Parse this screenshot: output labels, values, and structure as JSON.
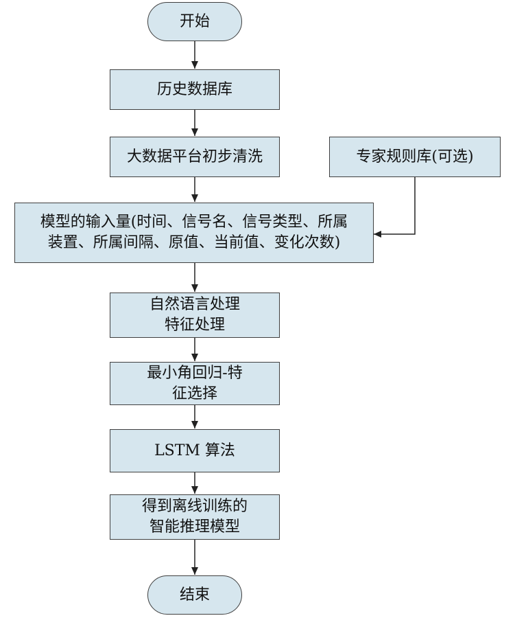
{
  "flowchart": {
    "start": "开始",
    "history_db": "历史数据库",
    "cleaning": "大数据平台初步清洗",
    "expert_rules": "专家规则库(可选)",
    "model_input": {
      "line1": "模型的输入量(时间、信号名、信号类型、所属",
      "line2": "装置、所属间隔、原值、当前值、变化次数)"
    },
    "nlp": {
      "line1": "自然语言处理",
      "line2": "特征处理"
    },
    "lars": {
      "line1": "最小角回归-特",
      "line2": "征选择"
    },
    "lstm": "LSTM 算法",
    "result": {
      "line1": "得到离线训练的",
      "line2": "智能推理模型"
    },
    "end": "结束"
  },
  "colors": {
    "node_fill": "#d6e6ee",
    "border": "#3f3f3f",
    "arrow": "#222222"
  }
}
